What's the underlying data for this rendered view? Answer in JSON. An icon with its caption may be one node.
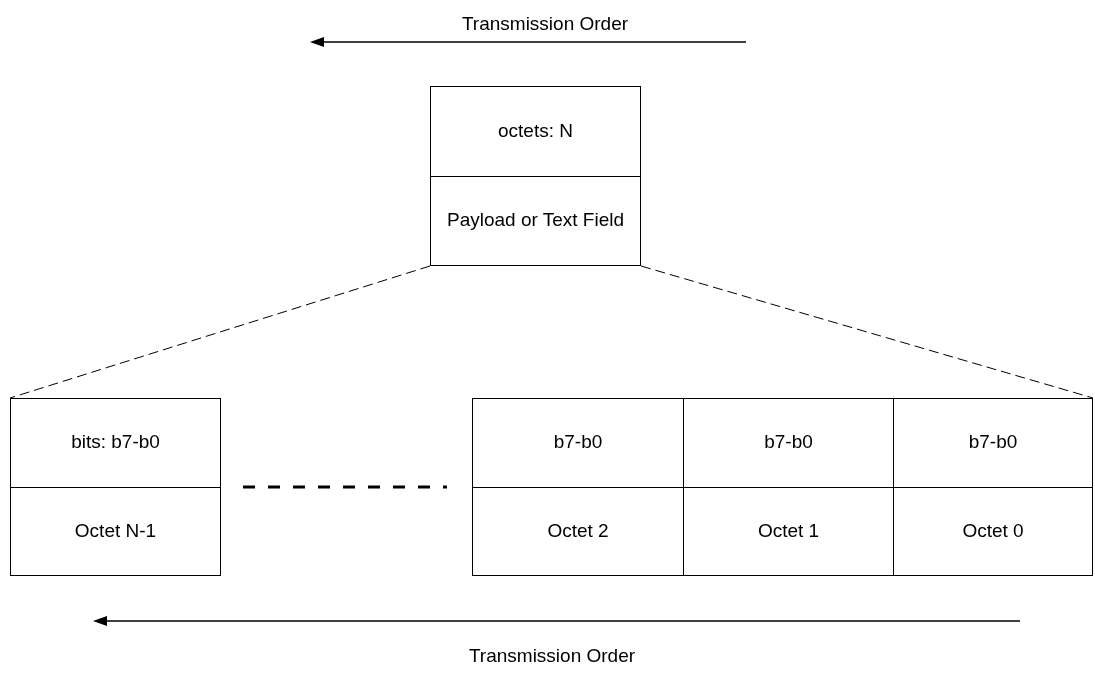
{
  "diagram": {
    "nodes": [
      {
        "text": [
          "octets: N",
          "Payload or Text Field"
        ]
      },
      {
        "text": [
          "bits: b7-b0",
          "Octet N-1"
        ]
      },
      {
        "text": [
          "b7-b0",
          "Octet 2"
        ]
      },
      {
        "text": [
          "b7-b0",
          "Octet 1"
        ]
      },
      {
        "text": [
          "b7-b0",
          "Octet 0"
        ]
      }
    ],
    "edges": [
      {
        "from": 0,
        "to": 1,
        "arrow": "none",
        "style": "dashed"
      },
      {
        "from": 0,
        "to": 4,
        "arrow": "none",
        "style": "dashed"
      }
    ],
    "labels": [
      "Transmission Order",
      "Transmission Order"
    ]
  }
}
